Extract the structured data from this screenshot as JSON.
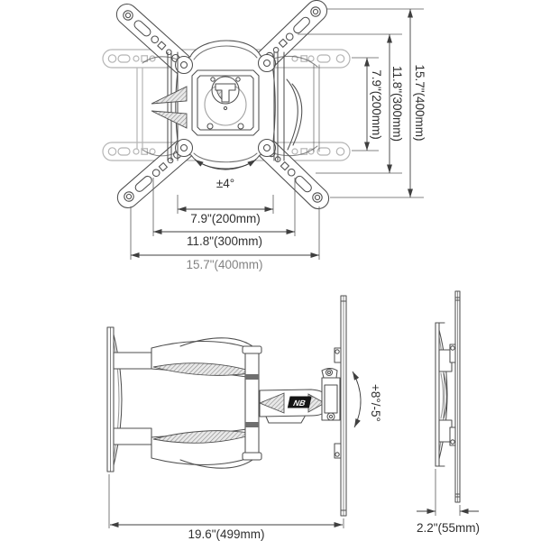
{
  "page": {
    "background": "#ffffff"
  },
  "colors": {
    "line": "#4f4f4f",
    "faded_line": "#b5b5b5",
    "hatch": "#8f8f8f",
    "dimension_line": "#3f3f3f",
    "text": "#2f2f2f",
    "logo_background": "#151515",
    "logo_text": "#ffffff"
  },
  "front_view": {
    "swivel_angle_label": "±4°",
    "horizontal_dimensions": [
      "7.9\"(200mm)",
      "11.8\"(300mm)",
      "15.7\"(400mm)"
    ],
    "vertical_dimensions": [
      "7.9\"(200mm)",
      "11.8\"(300mm)",
      "15.7\"(400mm)"
    ]
  },
  "side_view": {
    "tilt_angle_label": "+8°/-5°",
    "arm_length_label": "19.6\"(499mm)",
    "brand_logo": "NB"
  },
  "profile_view": {
    "depth_label": "2.2\"(55mm)"
  }
}
